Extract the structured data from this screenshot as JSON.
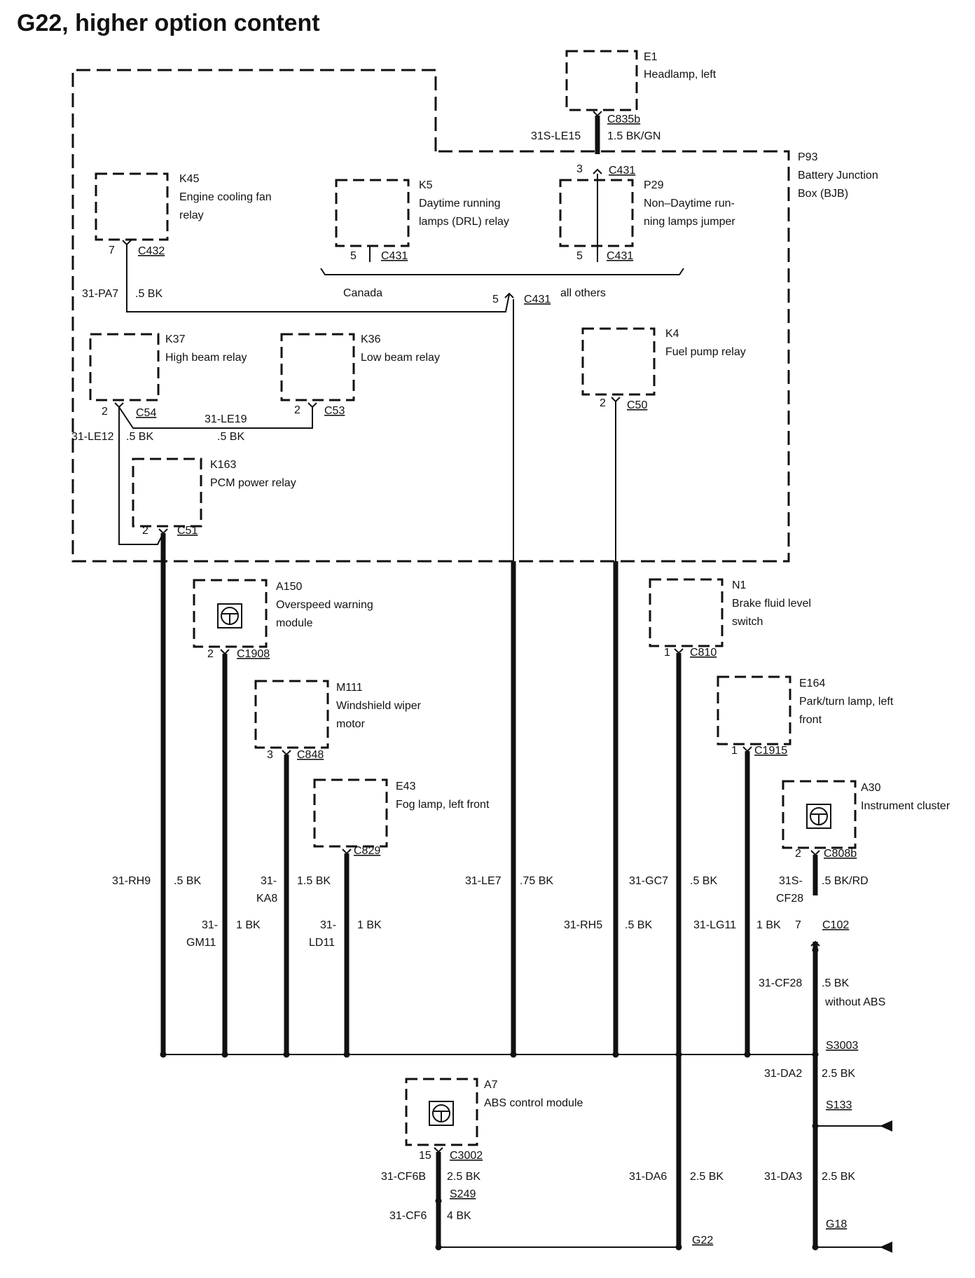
{
  "title": "G22, higher option content",
  "components": {
    "e1": {
      "id": "E1",
      "name": "Headlamp, left"
    },
    "p93": {
      "id": "P93",
      "line1": "Battery Junction",
      "line2": "Box (BJB)"
    },
    "k45": {
      "id": "K45",
      "line1": "Engine cooling fan",
      "line2": "relay"
    },
    "k5": {
      "id": "K5",
      "line1": "Daytime running",
      "line2": "lamps (DRL) relay"
    },
    "p29": {
      "id": "P29",
      "line1": "Non–Daytime run-",
      "line2": "ning lamps jumper"
    },
    "k37": {
      "id": "K37",
      "name": "High beam relay"
    },
    "k36": {
      "id": "K36",
      "name": "Low beam relay"
    },
    "k4": {
      "id": "K4",
      "name": "Fuel pump relay"
    },
    "k163": {
      "id": "K163",
      "name": "PCM power relay"
    },
    "a150": {
      "id": "A150",
      "line1": "Overspeed warning",
      "line2": "module"
    },
    "n1": {
      "id": "N1",
      "line1": "Brake fluid level",
      "line2": "switch"
    },
    "m111": {
      "id": "M111",
      "line1": "Windshield wiper",
      "line2": "motor"
    },
    "e164": {
      "id": "E164",
      "line1": "Park/turn lamp, left",
      "line2": "front"
    },
    "e43": {
      "id": "E43",
      "name": "Fog lamp, left front"
    },
    "a30": {
      "id": "A30",
      "name": "Instrument cluster"
    },
    "a7": {
      "id": "A7",
      "name": "ABS control module"
    }
  },
  "connectors": {
    "c835b": "C835b",
    "c431_top": "C431",
    "c432": "C432",
    "c431_k5": "C431",
    "c431_p29": "C431",
    "c431_mid": "C431",
    "c54": "C54",
    "c53": "C53",
    "c50": "C50",
    "c51": "C51",
    "c1908": "C1908",
    "c810": "C810",
    "c848": "C848",
    "c1915": "C1915",
    "c829": "C829",
    "c808b": "C808b",
    "c102": "C102",
    "s3003": "S3003",
    "s133": "S133",
    "c3002": "C3002",
    "s249": "S249",
    "g22": "G22",
    "g18": "G18"
  },
  "pins": {
    "c431_top": "3",
    "c432": "7",
    "c431_k5": "5",
    "c431_p29": "5",
    "c431_mid": "5",
    "c54": "2",
    "c53": "2",
    "c50": "2",
    "c51": "2",
    "c1908": "2",
    "c810": "1",
    "c848": "3",
    "c1915": "1",
    "c808b": "2",
    "c102": "7",
    "c3002": "15"
  },
  "wires": {
    "le15": {
      "circuit": "31S-LE15",
      "spec": "1.5 BK/GN"
    },
    "pa7": {
      "circuit": "31-PA7",
      "spec": ".5 BK"
    },
    "le19": {
      "circuit": "31-LE19",
      "spec": ".5 BK"
    },
    "le12": {
      "circuit": "31-LE12",
      "spec": ".5 BK"
    },
    "rh9": {
      "circuit": "31-RH9",
      "spec": ".5 BK"
    },
    "ka8": {
      "circuit_a": "31-",
      "circuit_b": "KA8",
      "spec": "1.5 BK"
    },
    "gm11": {
      "circuit_a": "31-",
      "circuit_b": "GM11",
      "spec": "1 BK"
    },
    "ld11": {
      "circuit_a": "31-",
      "circuit_b": "LD11",
      "spec": "1 BK"
    },
    "le7": {
      "circuit": "31-LE7",
      "spec": ".75 BK"
    },
    "gc7": {
      "circuit": "31-GC7",
      "spec": ".5 BK"
    },
    "rh5": {
      "circuit": "31-RH5",
      "spec": ".5 BK"
    },
    "lg11": {
      "circuit": "31-LG11",
      "spec": "1 BK"
    },
    "cf28_top": {
      "circuit_a": "31S-",
      "circuit_b": "CF28",
      "spec": ".5 BK/RD"
    },
    "cf28": {
      "circuit": "31-CF28",
      "spec": ".5 BK",
      "note": "without ABS"
    },
    "da2": {
      "circuit": "31-DA2",
      "spec": "2.5 BK"
    },
    "cf6b": {
      "circuit": "31-CF6B",
      "spec": "2.5 BK"
    },
    "cf6": {
      "circuit": "31-CF6",
      "spec": "4 BK"
    },
    "da6": {
      "circuit": "31-DA6",
      "spec": "2.5 BK"
    },
    "da3": {
      "circuit": "31-DA3",
      "spec": "2.5 BK"
    }
  },
  "options": {
    "canada": "Canada",
    "all_others": "all others"
  }
}
